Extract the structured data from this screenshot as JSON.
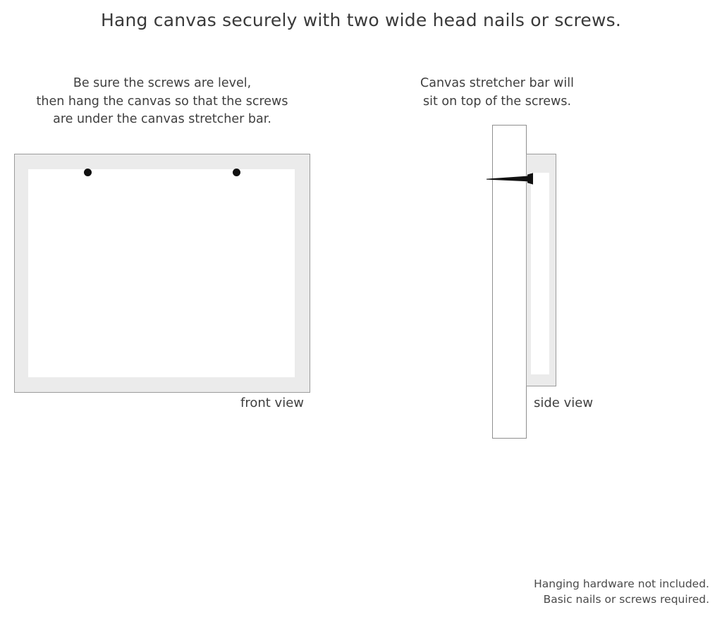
{
  "page": {
    "title": "Hang canvas securely with two wide head nails or screws.",
    "background_color": "#ffffff",
    "text_color": "#3b3b3b"
  },
  "captions": {
    "left": {
      "lines": [
        "Be sure the screws are level,",
        "then hang the canvas so that the screws",
        "are under the canvas stretcher bar."
      ]
    },
    "right": {
      "lines": [
        "Canvas stretcher bar will",
        "sit on top of the screws."
      ]
    }
  },
  "diagrams": {
    "front_view": {
      "label": "front view",
      "frame_color": "#ebebeb",
      "frame_border_color": "#9b9b9b",
      "inner_color": "#ffffff",
      "screw_color": "#111111",
      "screw_count": 2
    },
    "side_view": {
      "label": "side view",
      "wall_color": "#ffffff",
      "wall_border_color": "#8f8f8f",
      "bar_color": "#ebebeb",
      "bar_border_color": "#9b9b9b",
      "bar_inner_color": "#ffffff",
      "screw_color": "#111111"
    }
  },
  "footer": {
    "lines": [
      "Hanging hardware not included.",
      "Basic nails or screws required."
    ]
  }
}
